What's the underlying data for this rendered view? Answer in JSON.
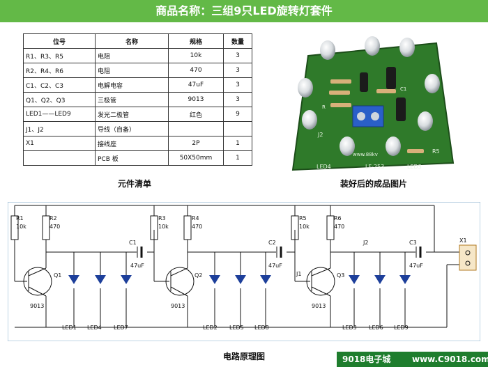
{
  "header": {
    "title": "商品名称：三组9只LED旋转灯套件"
  },
  "parts_table": {
    "headers": [
      "位号",
      "名称",
      "规格",
      "数量"
    ],
    "rows": [
      [
        "R1、R3、R5",
        "电阻",
        "10k",
        "3"
      ],
      [
        "R2、R4、R6",
        "电阻",
        "470",
        "3"
      ],
      [
        "C1、C2、C3",
        "电解电容",
        "47uF",
        "3"
      ],
      [
        "Q1、Q2、Q3",
        "三极管",
        "9013",
        "3"
      ],
      [
        "LED1——LED9",
        "发光二极管",
        "红色",
        "9"
      ],
      [
        "J1、J2",
        "导线（自备）",
        "",
        ""
      ],
      [
        "X1",
        "接线座",
        "2P",
        "1"
      ],
      [
        "",
        "PCB 板",
        "50X50mm",
        "1"
      ]
    ]
  },
  "captions": {
    "table": "元件清单",
    "photo": "装好后的成品图片",
    "schematic": "电路原理图"
  },
  "photo_labels": {
    "j2": "J2",
    "r5": "R5",
    "led4": "LED4",
    "led3": "LED3",
    "model": "LF-253",
    "site": "www.88kv",
    "c1": "C1",
    "r": "R"
  },
  "schematic": {
    "r1": "R1",
    "r1v": "10k",
    "r2": "R2",
    "r2v": "470",
    "r3": "R3",
    "r3v": "10k",
    "r4": "R4",
    "r4v": "470",
    "r5": "R5",
    "r5v": "10k",
    "r6": "R6",
    "r6v": "470",
    "c1": "C1",
    "c1v": "47uF",
    "c2": "C2",
    "c2v": "47uF",
    "c3": "C3",
    "c3v": "47uF",
    "q1": "Q1",
    "q1v": "9013",
    "q2": "Q2",
    "q2v": "9013",
    "q3": "Q3",
    "q3v": "9013",
    "j1": "J1",
    "j2": "J2",
    "x1": "X1",
    "led1": "LED1",
    "led2": "LED2",
    "led3": "LED3",
    "led4": "LED4",
    "led5": "LED5",
    "led6": "LED6",
    "led7": "LED7",
    "led8": "LED8",
    "led9": "LED9"
  },
  "footer": {
    "brand": "9018电子城",
    "url": "www.C9018.com"
  },
  "colors": {
    "header_bg": "#63b947",
    "footer_bg": "#1e7d2d",
    "pcb": "#2f7a2a"
  }
}
